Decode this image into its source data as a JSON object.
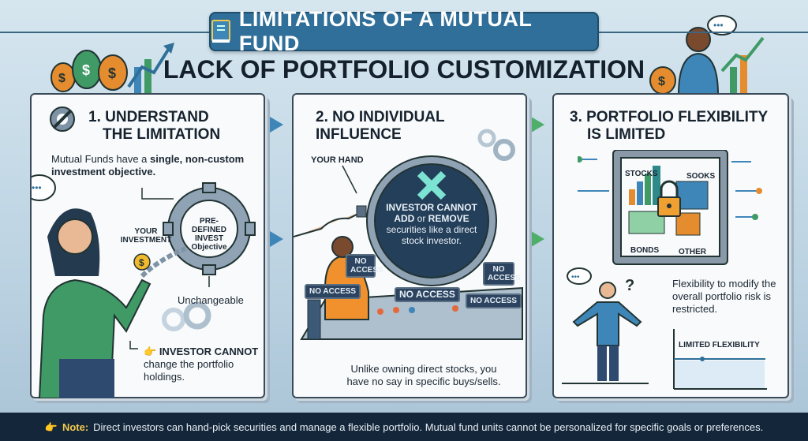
{
  "header": {
    "banner_title": "LIMITATIONS OF A MUTUAL FUND",
    "subtitle": "LACK OF PORTFOLIO CUSTOMIZATION"
  },
  "panels": [
    {
      "title_line1": "1. UNDERSTAND",
      "title_line2": "THE LIMITATION",
      "intro_plain": "Mutual Funds have a ",
      "intro_bold": "single, non-custom investment objective.",
      "label_investment": "YOUR INVESTMENT",
      "label_gear": "PRE-DEFINED INVEST Objective",
      "label_unchangeable": "Unchangeable",
      "callout_bold": "INVESTOR CANNOT",
      "callout_text": "change the portfolio holdings."
    },
    {
      "title_line1": "2. NO INDIVIDUAL",
      "title_line2": "INFLUENCE",
      "label_hand": "YOUR HAND",
      "screen_bold1": "INVESTOR CANNOT",
      "screen_bold2a": "ADD",
      "screen_or": " or ",
      "screen_bold2b": "REMOVE",
      "screen_text": "securities like a direct stock investor.",
      "no_access": [
        "NO ACCESS",
        "NO ACCESS",
        "NO ACCESS",
        "NO ACCESS",
        "NO ACCESS"
      ],
      "caption": "Unlike owning direct stocks, you have no say in specific buys/sells."
    },
    {
      "title_line1": "3. PORTFOLIO FLEXIBILITY",
      "title_line2": "IS LIMITED",
      "vault_labels": [
        "STOCKS",
        "SOOKS",
        "BONDS",
        "OTHER"
      ],
      "caption": "Flexibility to modify the overall portfolio risk is restricted.",
      "chart_label": "LIMITED FLEXIBILITY"
    }
  ],
  "note": {
    "label": "Note:",
    "text": "Direct investors can hand-pick securities and manage a flexible portfolio. Mutual fund units cannot be personalized for specific goals or preferences."
  },
  "colors": {
    "banner": "#2f6f99",
    "note_bg": "#13263a",
    "arrow_blue": "#3f86b8",
    "arrow_green": "#4fae6a"
  }
}
